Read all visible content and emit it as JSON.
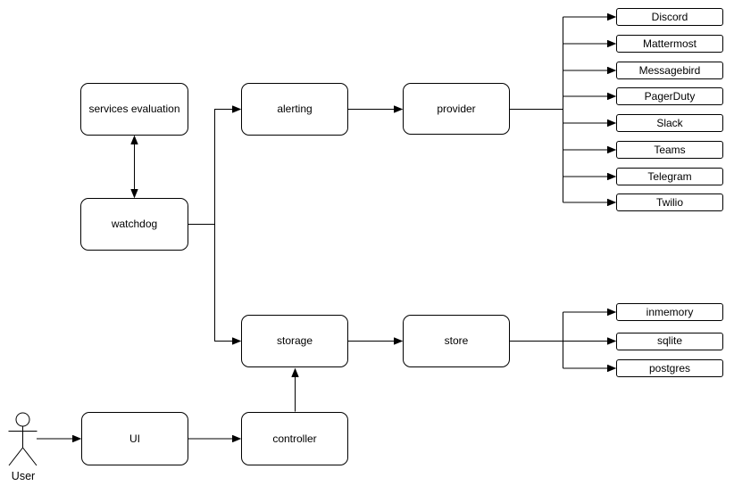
{
  "diagram": {
    "background_color": "#ffffff",
    "line_color": "#000000",
    "box_fill_color": "#ffffff",
    "text_color": "#000000",
    "nodes": {
      "services_evaluation": "services evaluation",
      "watchdog": "watchdog",
      "alerting": "alerting",
      "provider": "provider",
      "storage": "storage",
      "store": "store",
      "ui": "UI",
      "controller": "controller"
    },
    "actor_label": "User",
    "providers": [
      "Discord",
      "Mattermost",
      "Messagebird",
      "PagerDuty",
      "Slack",
      "Teams",
      "Telegram",
      "Twilio"
    ],
    "stores": [
      "inmemory",
      "sqlite",
      "postgres"
    ],
    "edges": [
      {
        "from": "User",
        "to": "UI",
        "type": "arrow"
      },
      {
        "from": "UI",
        "to": "controller",
        "type": "arrow"
      },
      {
        "from": "controller",
        "to": "storage",
        "type": "arrow"
      },
      {
        "from": "watchdog",
        "to": "services evaluation",
        "type": "double-arrow"
      },
      {
        "from": "watchdog",
        "to": "alerting",
        "type": "arrow"
      },
      {
        "from": "watchdog",
        "to": "storage",
        "type": "arrow"
      },
      {
        "from": "alerting",
        "to": "provider",
        "type": "arrow"
      },
      {
        "from": "provider",
        "to": "Discord",
        "type": "arrow"
      },
      {
        "from": "provider",
        "to": "Mattermost",
        "type": "arrow"
      },
      {
        "from": "provider",
        "to": "Messagebird",
        "type": "arrow"
      },
      {
        "from": "provider",
        "to": "PagerDuty",
        "type": "arrow"
      },
      {
        "from": "provider",
        "to": "Slack",
        "type": "arrow"
      },
      {
        "from": "provider",
        "to": "Teams",
        "type": "arrow"
      },
      {
        "from": "provider",
        "to": "Telegram",
        "type": "arrow"
      },
      {
        "from": "provider",
        "to": "Twilio",
        "type": "arrow"
      },
      {
        "from": "storage",
        "to": "store",
        "type": "arrow"
      },
      {
        "from": "store",
        "to": "inmemory",
        "type": "arrow"
      },
      {
        "from": "store",
        "to": "sqlite",
        "type": "arrow"
      },
      {
        "from": "store",
        "to": "postgres",
        "type": "arrow"
      }
    ]
  }
}
